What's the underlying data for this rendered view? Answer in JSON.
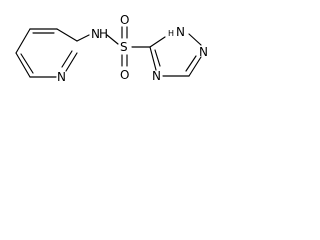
{
  "molecule": {
    "atoms": {
      "n_amide": "N",
      "h_amide": "H",
      "s": "S",
      "o_top": "O",
      "o_bottom": "O",
      "n_pyridine": "N",
      "n1_triazole": "N",
      "h_triazole": "H",
      "n2_triazole": "N",
      "n4_triazole": "N"
    }
  }
}
